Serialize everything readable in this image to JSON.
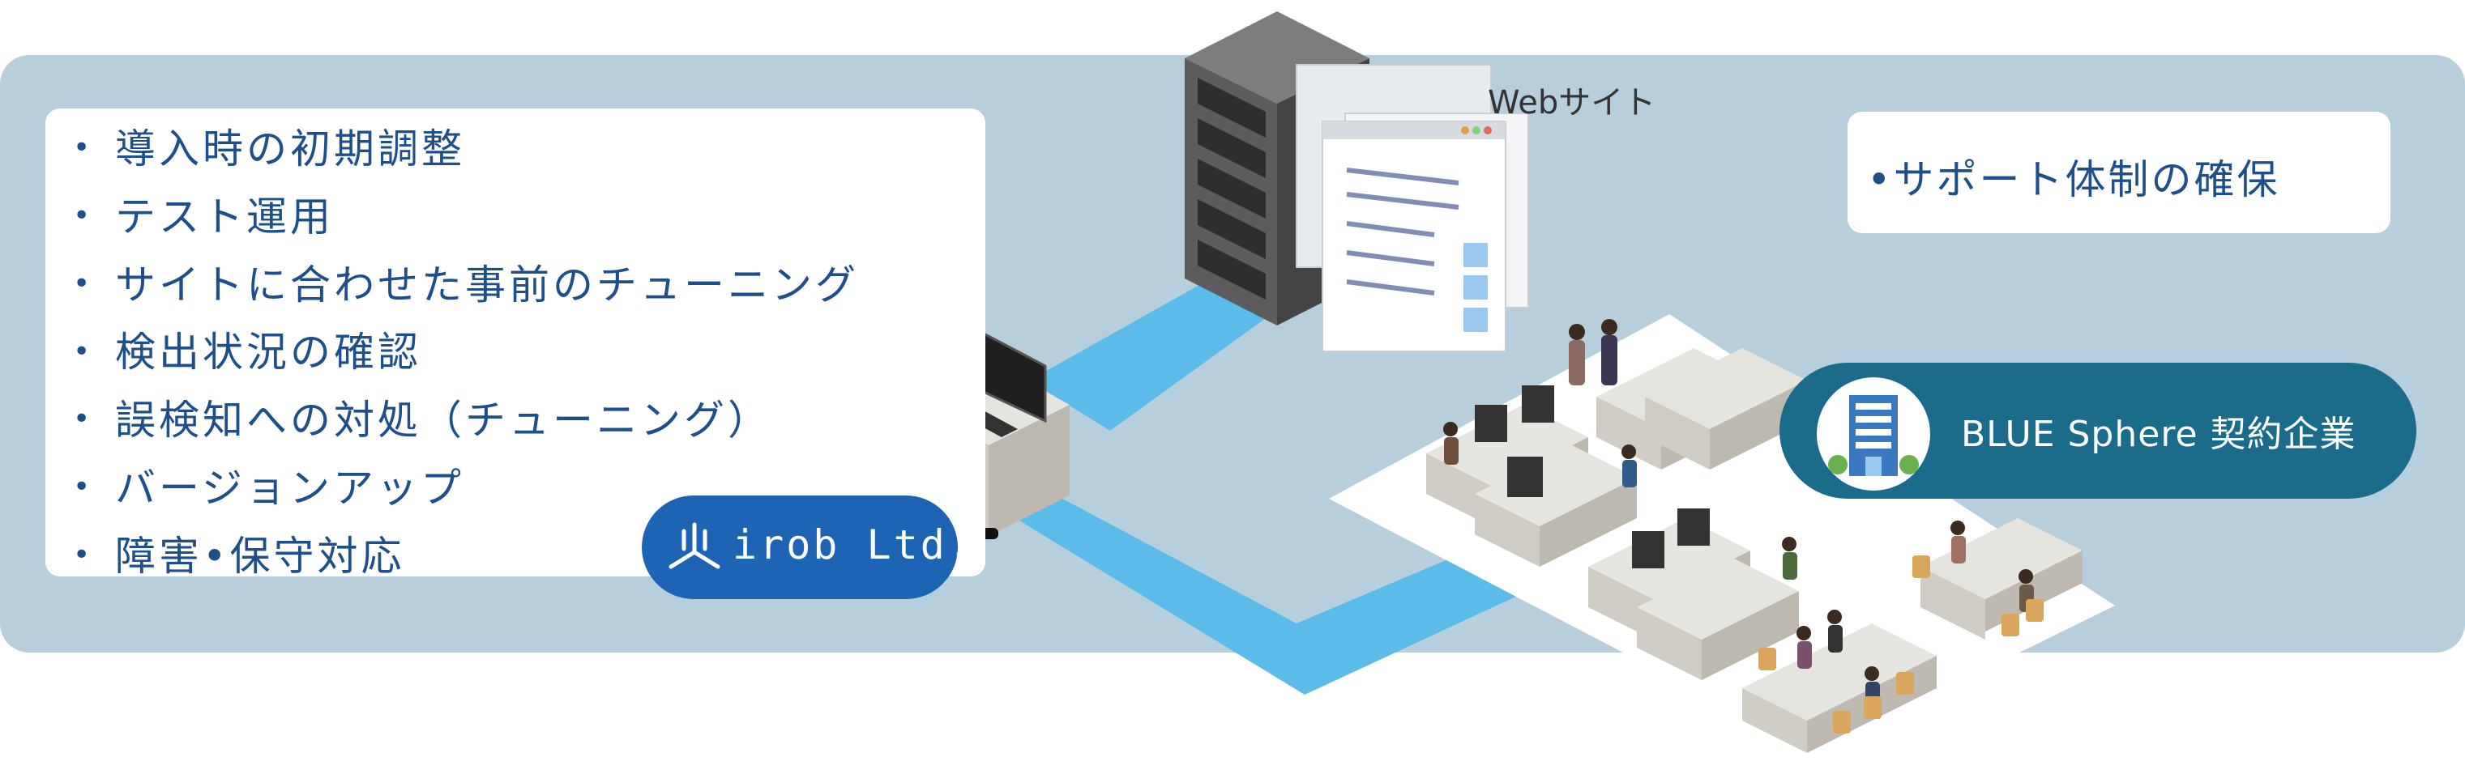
{
  "diagram": {
    "task_list": [
      "導入時の初期調整",
      "テスト運用",
      "サイトに合わせた事前のチューニング",
      "検出状況の確認",
      "誤検知への対処（チューニング）",
      "バージョンアップ",
      "障害•保守対応"
    ],
    "website_label": "Webサイト",
    "support_item": "•サポート体制の確保",
    "provider_label": "irob Ltd.",
    "client_label": "BLUE Sphere 契約企業"
  },
  "colors": {
    "panel_bg": "#b7cfdc",
    "text_blue": "#1d4f8a",
    "connector": "#5bbbe9",
    "irob_badge": "#1e64b4",
    "client_badge": "#1b6b8a"
  },
  "icons": [
    "irob-logo-icon",
    "building-icon",
    "server-rack-icon",
    "browser-window-icon"
  ]
}
